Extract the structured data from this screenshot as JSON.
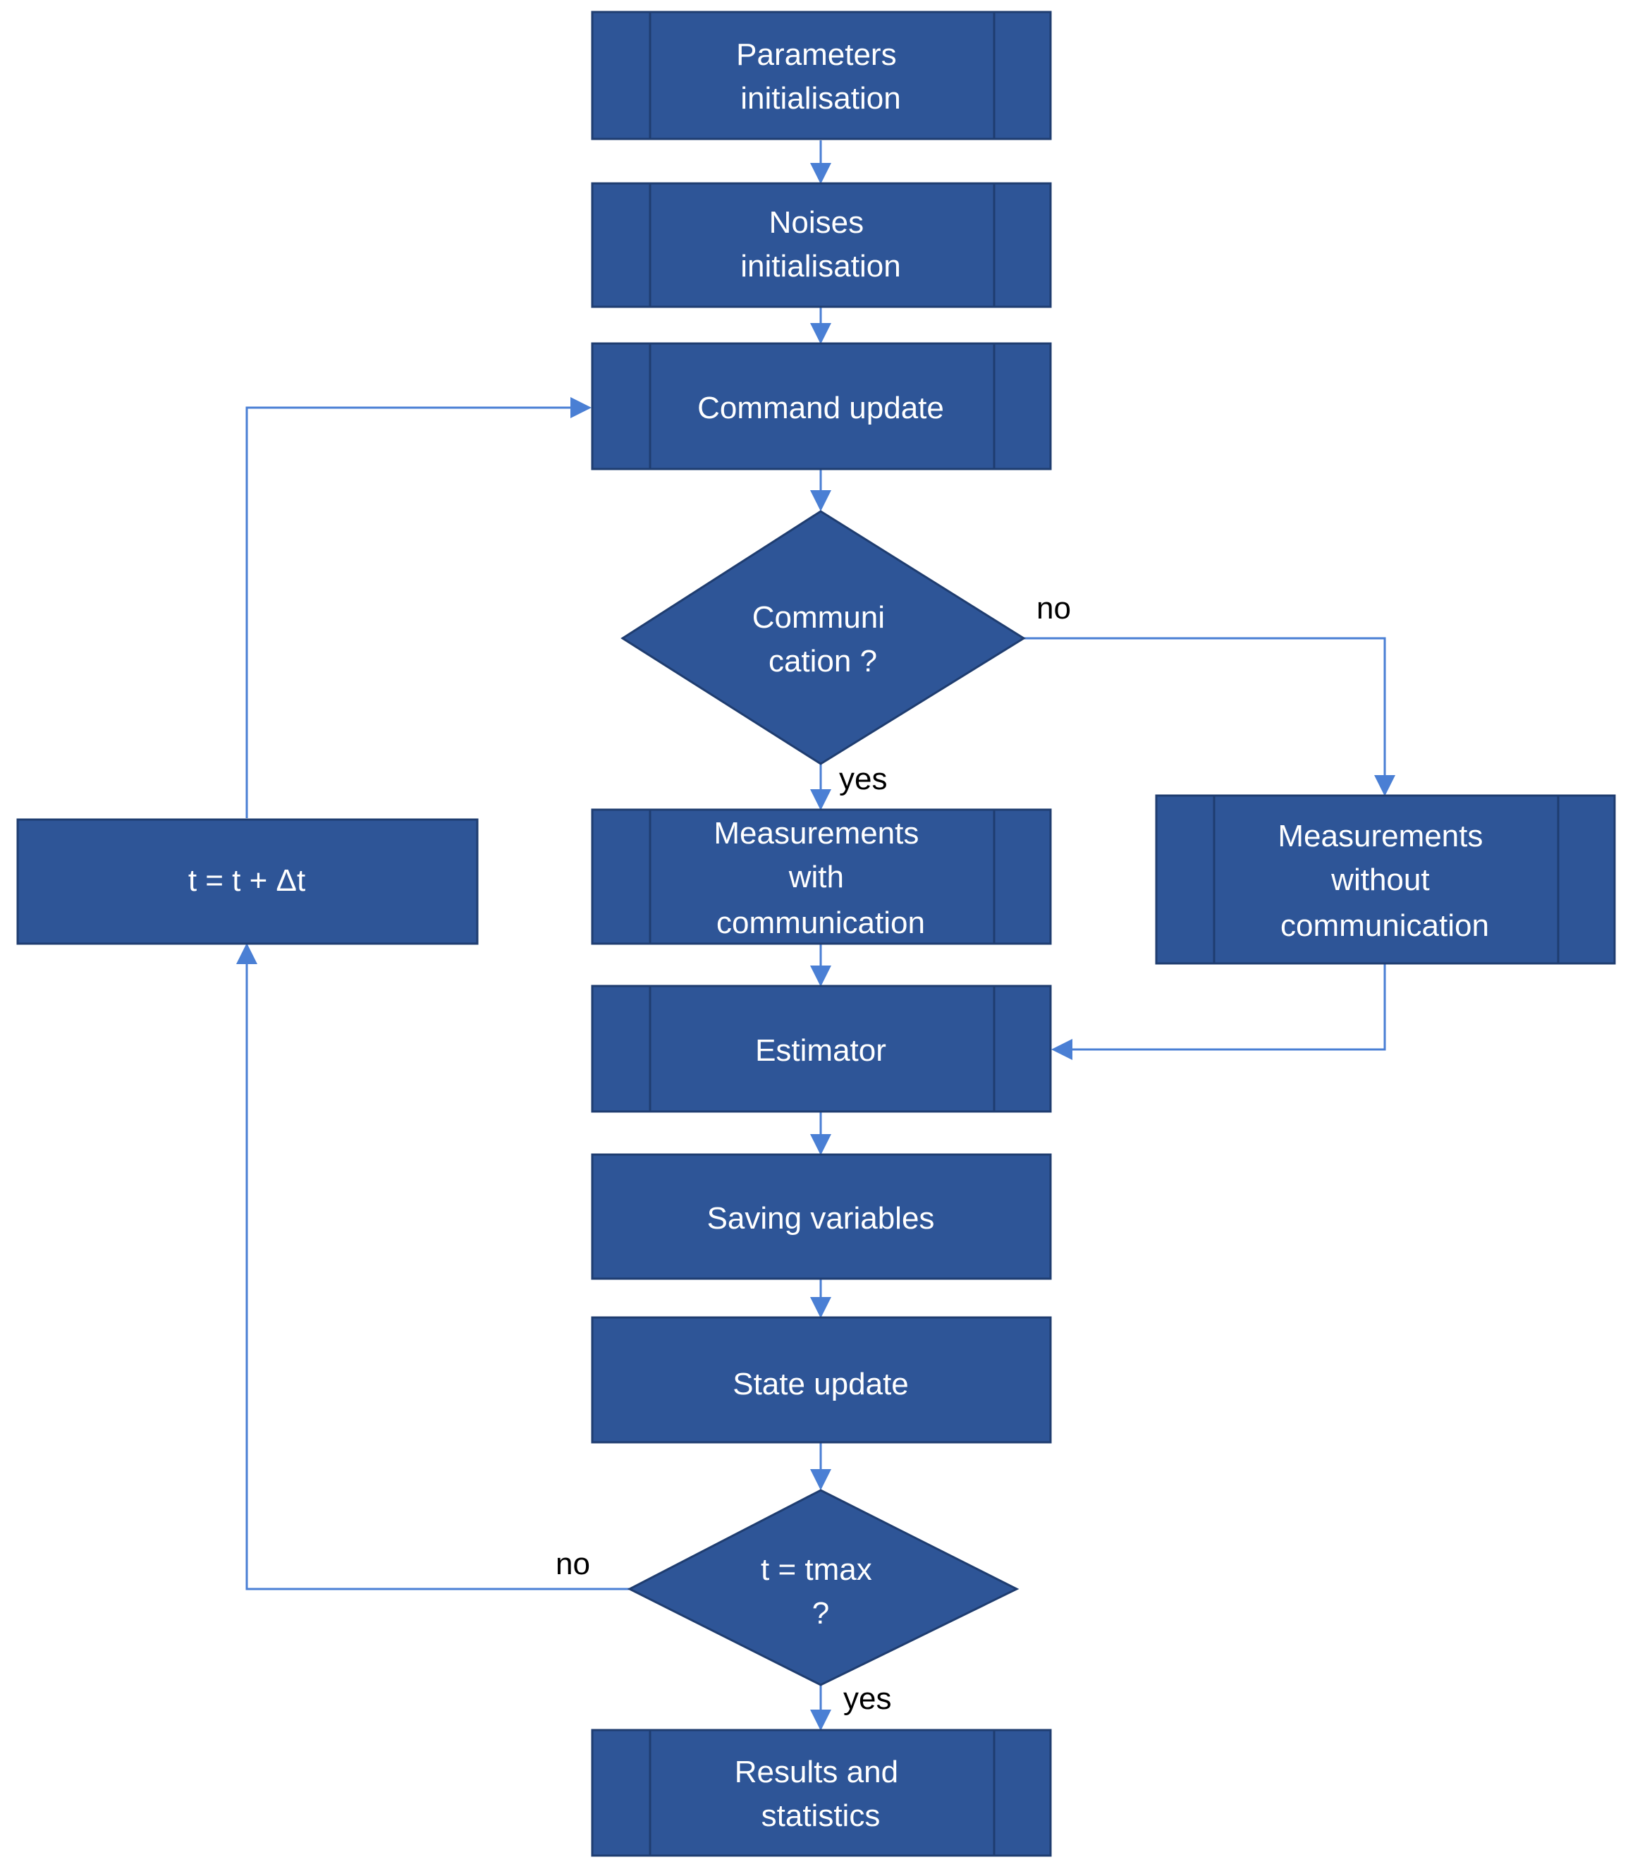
{
  "colors": {
    "node_fill": "#2e5597",
    "node_border": "#1f3d70",
    "arrow": "#4a7fd4",
    "node_text": "#ffffff",
    "label_text": "#000000"
  },
  "nodes": {
    "parameters_init": [
      "Parameters",
      "initialisation"
    ],
    "noises_init": [
      "Noises",
      "initialisation"
    ],
    "command_update": [
      "Command update"
    ],
    "communication_decision": [
      "Communi",
      "cation ?"
    ],
    "measurements_with": [
      "Measurements",
      "with",
      "communication"
    ],
    "measurements_without": [
      "Measurements",
      "without",
      "communication"
    ],
    "estimator": [
      "Estimator"
    ],
    "saving_variables": [
      "Saving variables"
    ],
    "state_update": [
      "State update"
    ],
    "tmax_decision": [
      "t = tmax",
      "?"
    ],
    "results": [
      "Results and",
      "statistics"
    ],
    "time_increment": [
      "t = t + Δt"
    ]
  },
  "edge_labels": {
    "comm_no": "no",
    "comm_yes": "yes",
    "tmax_no": "no",
    "tmax_yes": "yes"
  }
}
